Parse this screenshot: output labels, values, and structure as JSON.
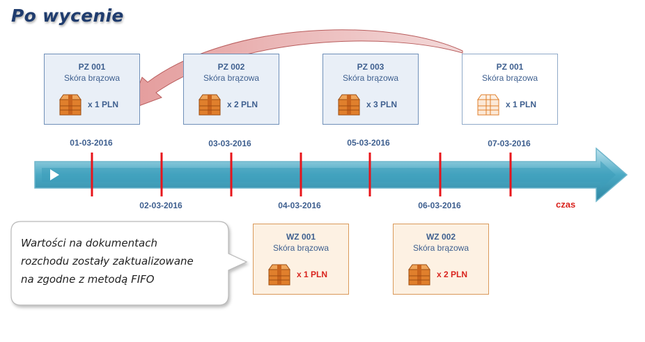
{
  "title": "Po wycenie",
  "timeline": {
    "axis_label": "czas",
    "top_dates": [
      "01-03-2016",
      "03-03-2016",
      "05-03-2016",
      "07-03-2016"
    ],
    "bottom_dates": [
      "02-03-2016",
      "04-03-2016",
      "06-03-2016"
    ]
  },
  "pz_docs": [
    {
      "name": "PZ 001",
      "material": "Skóra brązowa",
      "price": "x 1 PLN"
    },
    {
      "name": "PZ 002",
      "material": "Skóra brązowa",
      "price": "x 2 PLN"
    },
    {
      "name": "PZ 003",
      "material": "Skóra brązowa",
      "price": "x 3 PLN"
    },
    {
      "name": "PZ 001",
      "material": "Skóra brązowa",
      "price": "x 1 PLN"
    }
  ],
  "wz_docs": [
    {
      "name": "WZ 001",
      "material": "Skóra brązowa",
      "price": "x 1 PLN"
    },
    {
      "name": "WZ 002",
      "material": "Skóra brązowa",
      "price": "x 2 PLN"
    }
  ],
  "callout": {
    "line1": "Wartości na dokumentach",
    "line2": "rozchodu zostały zaktualizowane",
    "line3": "na zgodne z metodą FIFO"
  },
  "colors": {
    "timeline_fill": "#4aa9c4",
    "timeline_tick": "#e8151b",
    "curved_arrow": "#e8a9a9",
    "box_orange": "#e07f2c"
  }
}
